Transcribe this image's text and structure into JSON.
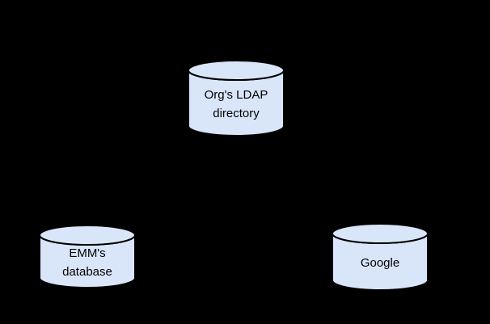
{
  "canvas": {
    "background": "#000000"
  },
  "styles": {
    "node_fill": "#d9e6fa",
    "node_stroke": "#000000",
    "label_color": "#000000"
  },
  "diagram": {
    "type": "architecture-diagram",
    "nodes": [
      {
        "id": "org-ldap-directory",
        "shape": "cylinder",
        "label_line1": "Org's LDAP",
        "label_line2": "directory"
      },
      {
        "id": "emm-database",
        "shape": "cylinder",
        "label_line1": "EMM's",
        "label_line2": "database"
      },
      {
        "id": "google",
        "shape": "cylinder",
        "label_line1": "Google"
      }
    ]
  }
}
